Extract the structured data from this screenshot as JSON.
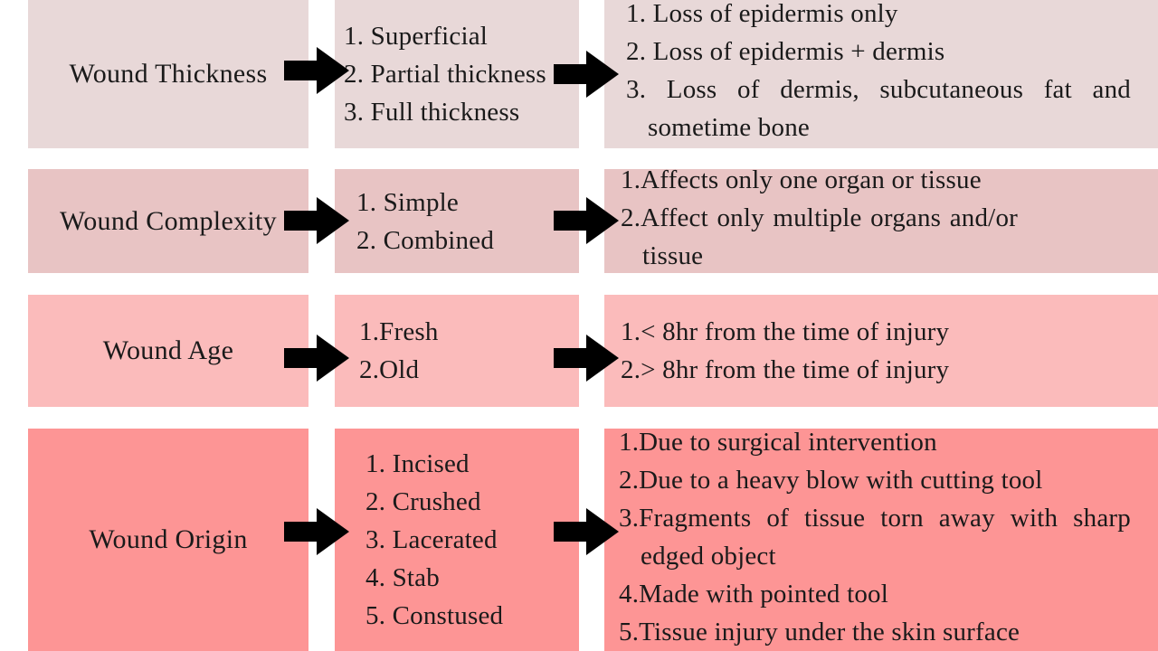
{
  "colors": {
    "row1": "#e8d8d8",
    "row2": "#e8c4c4",
    "row3": "#fbbbbb",
    "row4": "#fd9595",
    "arrow": "#000000"
  },
  "rows": [
    {
      "category": "Wound Thickness",
      "types": [
        "1. Superficial",
        "2. Partial thickness",
        "3. Full thickness"
      ],
      "descriptions": [
        "1. Loss of epidermis only",
        "2. Loss of epidermis + dermis",
        "3. Loss of dermis, subcutaneous fat and sometime bone"
      ]
    },
    {
      "category": "Wound Complexity",
      "types": [
        "1. Simple",
        "2. Combined"
      ],
      "descriptions": [
        "1.Affects only one organ or tissue",
        "2.Affect only multiple organs and/or tissue"
      ]
    },
    {
      "category": "Wound Age",
      "types": [
        "1.Fresh",
        "2.Old"
      ],
      "descriptions": [
        "1.< 8hr from the time of injury",
        "2.> 8hr from the time of injury"
      ]
    },
    {
      "category": "Wound Origin",
      "types": [
        "1. Incised",
        "2. Crushed",
        "3. Lacerated",
        "4. Stab",
        "5. Constused"
      ],
      "descriptions": [
        "1.Due to surgical intervention",
        "2.Due to a heavy blow with cutting tool",
        "3.Fragments of tissue torn away with sharp edged object",
        "4.Made with pointed tool",
        "5.Tissue injury under the skin surface"
      ]
    }
  ]
}
